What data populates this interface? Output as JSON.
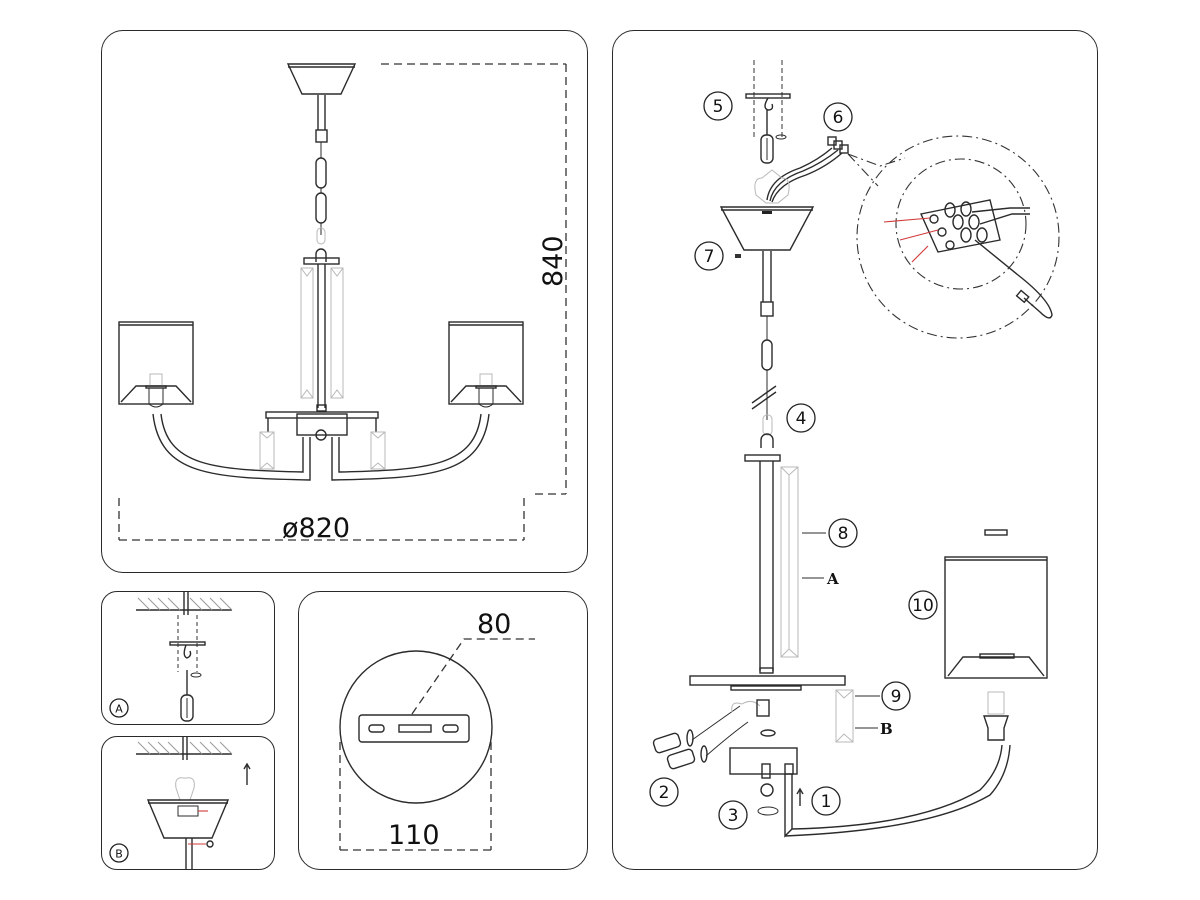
{
  "diagram": {
    "type": "chandelier-installation-instructions",
    "panels": {
      "overview": {
        "dimensions": {
          "diameter": "ø820",
          "height": "840"
        },
        "arms": 2
      },
      "step_a": {
        "label": "A"
      },
      "step_b": {
        "label": "B"
      },
      "canopy_base": {
        "dimensions": {
          "mount_plate": "80",
          "canopy_diameter": "110"
        }
      },
      "assembly": {
        "callouts": [
          {
            "id": "1",
            "label": "1"
          },
          {
            "id": "2",
            "label": "2"
          },
          {
            "id": "3",
            "label": "3"
          },
          {
            "id": "4",
            "label": "4"
          },
          {
            "id": "5",
            "label": "5"
          },
          {
            "id": "6",
            "label": "6"
          },
          {
            "id": "7",
            "label": "7"
          },
          {
            "id": "8",
            "label": "8"
          },
          {
            "id": "9",
            "label": "9"
          },
          {
            "id": "10",
            "label": "10"
          }
        ],
        "crystal_labels": {
          "long": "A",
          "short": "B"
        }
      }
    },
    "colors": {
      "line": "#2b2b2b",
      "wire_red": "#d23a3a",
      "ghost": "#b8b8b8"
    }
  }
}
